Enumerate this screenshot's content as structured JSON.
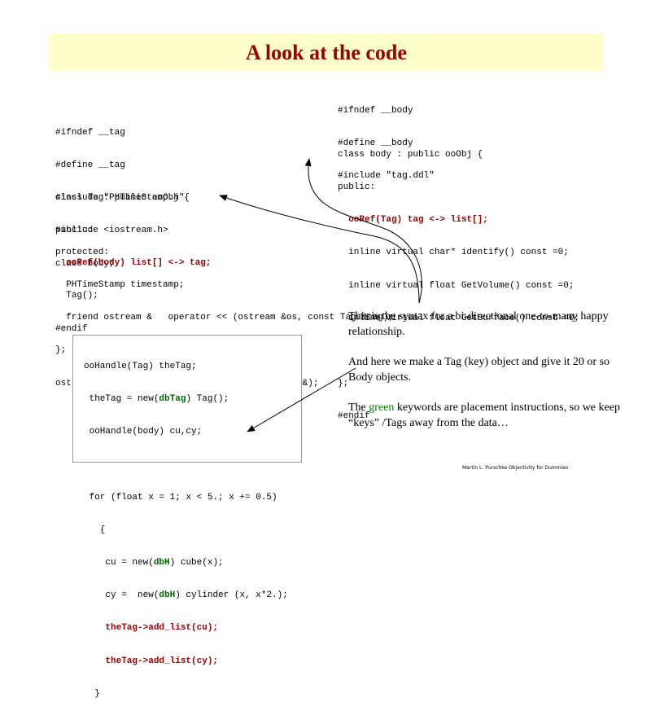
{
  "title": "A look at the code",
  "tag_header": [
    "#ifndef __tag",
    "#define __tag",
    "#include \"PHTimeStamp.h\"",
    "#include <iostream.h>",
    "class body;"
  ],
  "tag_class": {
    "decl": "class Tag: public ooObj {",
    "public": "public:",
    "ooref": "  ooRef(body) list[] <-> tag;",
    "ctor": "  Tag();"
  },
  "tag_protected": [
    "protected:",
    "  PHTimeStamp timestamp;",
    "  friend ostream &   operator << (ostream &os, const Tag &tag);",
    "};",
    "ostream &   operator << (ostream &, const Tag &);"
  ],
  "tag_endif": "#endif",
  "body_header": [
    "#ifndef __body",
    "#define __body",
    "#include \"tag.ddl\""
  ],
  "body_class": {
    "decl": "class body : public ooObj {",
    "public": "public:",
    "ooref": "  ooRef(Tag) tag <-> list[];",
    "methods": [
      "  inline virtual char* identify() const =0;",
      "  inline virtual float GetVolume() const =0;",
      "  inline virtual float GetSurface() const =0;"
    ],
    "close": "};",
    "endif": "#endif"
  },
  "usage": {
    "l1": "ooHandle(Tag) theTag;",
    "l2_pre": " theTag = new(",
    "l2_kw": "dbTag",
    "l2_post": ") Tag();",
    "l3": " ooHandle(body) cu,cy;",
    "l4": " for (float x = 1; x < 5.; x += 0.5)",
    "l5": "   {",
    "l6_pre": "    cu = new(",
    "l6_kw": "dbH",
    "l6_post": ") cube(x);",
    "l7_pre": "    cy =  new(",
    "l7_kw": "dbH",
    "l7_post": ") cylinder (x, x*2.);",
    "l8": "    theTag->add_list(cu);",
    "l9": "    theTag->add_list(cy);",
    "l10": "  }"
  },
  "notes": {
    "p1": "This is the syntax for a bi-directional one-to-many happy relationship.",
    "p2": "And here we make a Tag (key) object and give it 20 or so  Body objects.",
    "p3_pre": "The ",
    "p3_green": "green",
    "p3_post": " keywords are placement instructions, so we keep “keys” /Tags away from the data…"
  },
  "footer": "Martin L. Purschke Objectivity for Dummies",
  "colors": {
    "title_band": "#ffffcc",
    "title_text": "#990000",
    "highlight": "#990000",
    "placement": "#006600"
  }
}
